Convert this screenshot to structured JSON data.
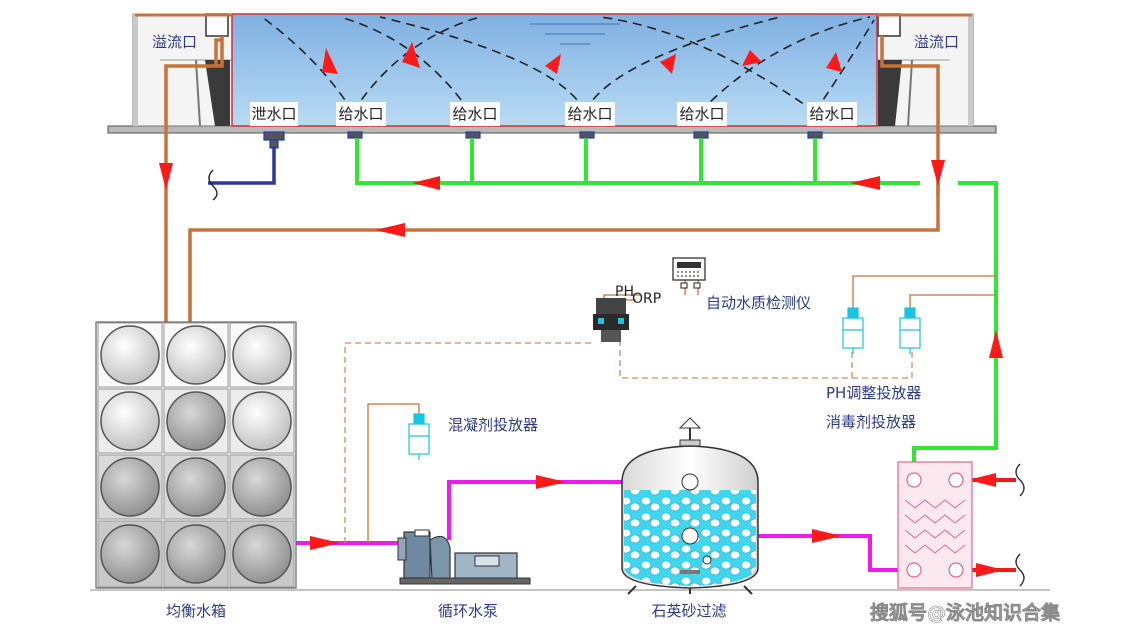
{
  "labels": {
    "overflow_left": "溢流口",
    "overflow_right": "溢流口",
    "drain_port": "泄水口",
    "supply_ports": [
      "给水口",
      "给水口",
      "给水口",
      "给水口",
      "给水口"
    ],
    "auto_detector": "自动水质检测仪",
    "ph_label": "PH",
    "orp_label": "ORP",
    "ph_dispenser": "PH调整投放器",
    "disinfectant_dispenser": "消毒剂投放器",
    "coagulant_dispenser": "混凝剂投放器",
    "balance_tank": "均衡水箱",
    "circulation_pump": "循环水泵",
    "sand_filter": "石英砂过滤"
  },
  "watermark": "搜狐号@泳池知识合集",
  "colors": {
    "supply_line": "#33e633",
    "return_line": "#c8723a",
    "magenta_line": "#ee1aee",
    "drain_line": "#2b3a9a",
    "hot_line": "#e81c1c",
    "arrow": "#ff1a1a",
    "pool_water": "#8fc0ea",
    "dashed_pipe": "#d98a5a",
    "cyan_equipment": "#19c4e0"
  }
}
